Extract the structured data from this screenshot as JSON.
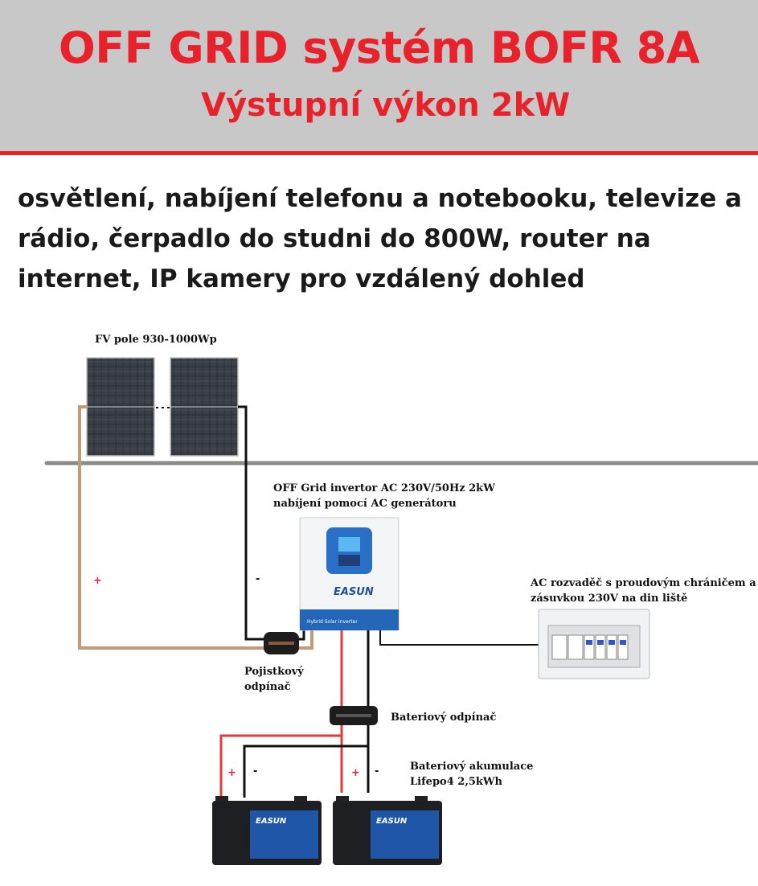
{
  "header": {
    "title": "OFF GRID systém BOFR 8A",
    "subtitle": "Výstupní výkon 2kW"
  },
  "description": "osvětlení, nabíjení telefonu a notebooku, televize a rádio, čerpadlo do studni do 800W, router na internet, IP kamery pro vzdálený dohled",
  "diagram": {
    "pv_label": "FV pole 930-1000Wp",
    "inverter_label_line1": "OFF Grid invertor AC 230V/50Hz 2kW",
    "inverter_label_line2": "nabíjení pomocí AC generátoru",
    "inverter_brand": "EASUN",
    "inverter_sub": "Hybrid Solar Inverter",
    "ac_panel_label_line1": "AC rozvaděč s proudovým chráničem a",
    "ac_panel_label_line2": "zásuvkou 230V na din liště",
    "fuse_label_line1": "Pojistkový",
    "fuse_label_line2": "odpínač",
    "battery_switch_label": "Bateriový odpínač",
    "battery_label_line1": "Bateriový akumulace",
    "battery_label_line2": "Lifepo4 2,5kWh",
    "battery_brand": "EASUN",
    "plus_sign": "+",
    "minus_sign": "-"
  },
  "colors": {
    "accent_red": "#e8212b",
    "header_bg": "#c8c8c8",
    "wire_brown": "#c19a7a",
    "wire_black": "#111111",
    "wire_red": "#e0393e",
    "inverter_blue": "#2466b8",
    "battery_blue": "#1f56a8"
  }
}
